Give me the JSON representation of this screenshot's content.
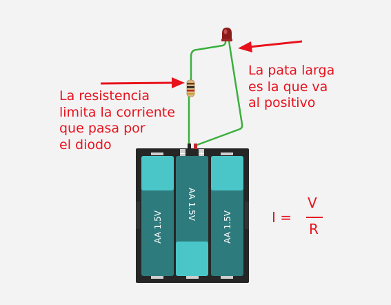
{
  "annotations": {
    "led_note": [
      "La pata larga",
      "es la que va",
      "al positivo"
    ],
    "resistor_note": [
      "La resistencia",
      "limita la corriente",
      "que pasa por",
      "el diodo"
    ]
  },
  "formula": {
    "lhs": "I =",
    "numerator": "V",
    "denominator": "R"
  },
  "battery_pack": {
    "cells": [
      "AA 1.5V",
      "AA 1.5V",
      "AA 1.5V"
    ],
    "terminal_negative": "−",
    "terminal_positive": "+"
  },
  "colors": {
    "annotation": "#e8121c",
    "wire": "#3ab03c",
    "cell_body": "#2e7b7e",
    "cell_cap": "#4ac6c8",
    "holder": "#262626",
    "led": "#8b1a1a"
  }
}
